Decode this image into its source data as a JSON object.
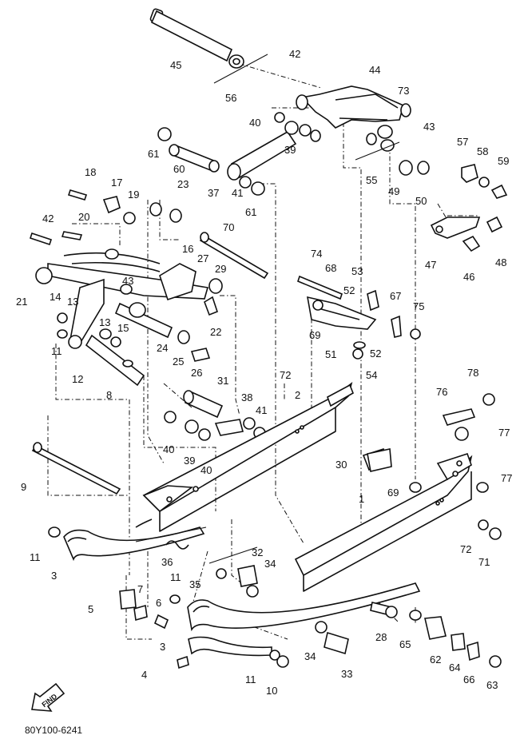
{
  "diagram": {
    "code": "80Y100-6241",
    "find_label": "FIND",
    "callouts": [
      "45",
      "56",
      "42",
      "44",
      "73",
      "40",
      "43",
      "57",
      "58",
      "59",
      "61",
      "39",
      "60",
      "37",
      "41",
      "61",
      "55",
      "49",
      "50",
      "18",
      "17",
      "19",
      "23",
      "42",
      "20",
      "70",
      "47",
      "48",
      "16",
      "27",
      "29",
      "21",
      "14",
      "13",
      "43",
      "74",
      "68",
      "53",
      "46",
      "52",
      "67",
      "75",
      "13",
      "15",
      "22",
      "69",
      "24",
      "51",
      "52",
      "11",
      "12",
      "25",
      "26",
      "54",
      "72",
      "2",
      "78",
      "8",
      "31",
      "38",
      "41",
      "76",
      "77",
      "40",
      "39",
      "40",
      "30",
      "9",
      "69",
      "77",
      "1",
      "72",
      "71",
      "11",
      "36",
      "32",
      "34",
      "3",
      "35",
      "11",
      "7",
      "5",
      "6",
      "28",
      "65",
      "62",
      "3",
      "34",
      "33",
      "64",
      "4",
      "11",
      "10",
      "66",
      "63"
    ]
  }
}
